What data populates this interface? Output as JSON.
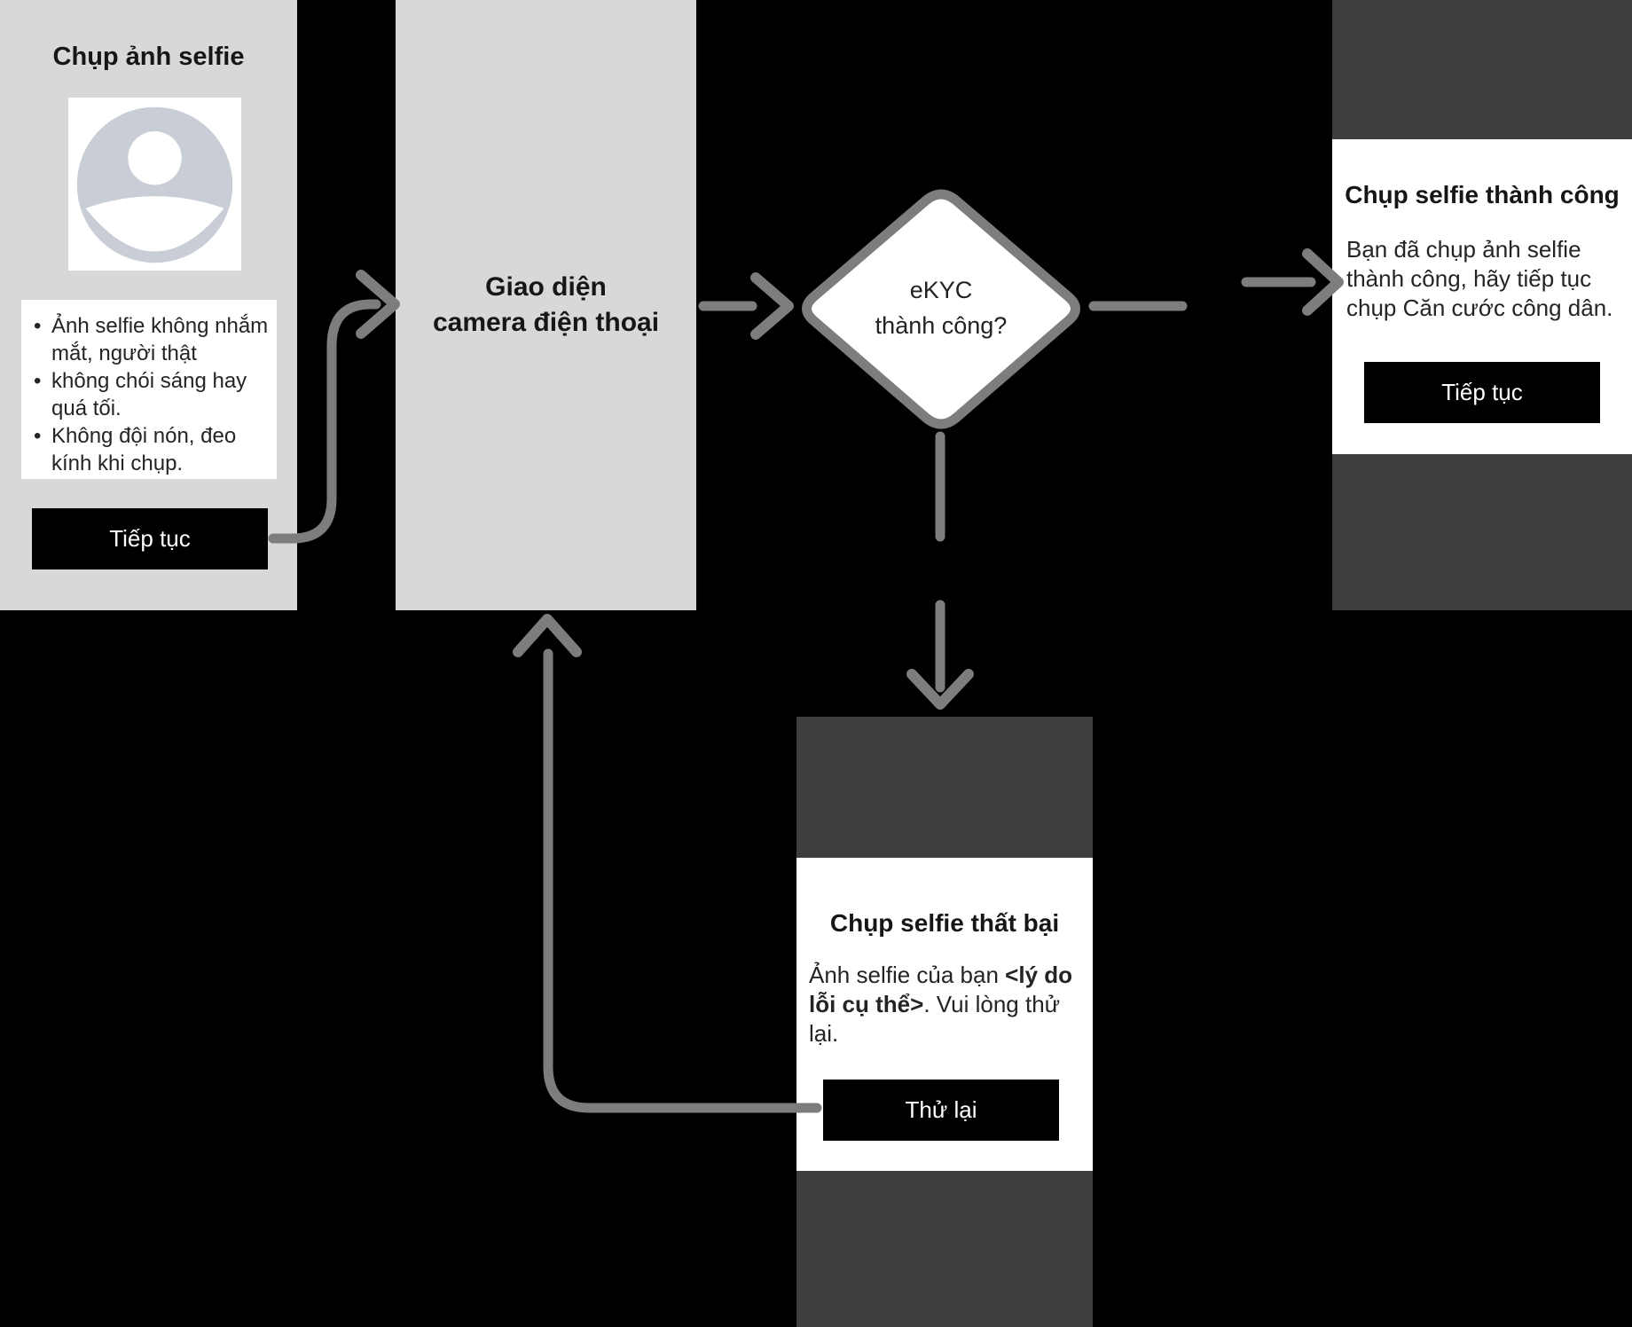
{
  "colors": {
    "page_bg": "#000000",
    "panel_light": "#d8d8d8",
    "panel_dark": "#3e3e3e",
    "card_bg": "#ffffff",
    "button_bg": "#000000",
    "button_text": "#ffffff",
    "connector_gray": "#7d7d7d",
    "avatar_icon": "#c9cdd6"
  },
  "left_panel": {
    "title": "Chụp ảnh selfie",
    "avatar_icon": "person-avatar-placeholder",
    "bullets": [
      "Ảnh selfie không nhắm mắt, người thật",
      "không chói sáng hay quá tối.",
      "Không đội nón, đeo kính khi chụp."
    ],
    "button": "Tiếp tục"
  },
  "camera_panel": {
    "title": "Giao diện\ncamera điện thoại"
  },
  "decision": {
    "label": "eKYC\nthành công?"
  },
  "success_panel": {
    "title": "Chụp selfie thành công",
    "body": "Bạn đã chụp ảnh selfie\nthành công, hãy tiếp tục\nchụp Căn cước công dân.",
    "button": "Tiếp tục"
  },
  "failure_panel": {
    "title": "Chụp selfie thất bại",
    "body_prefix": "Ảnh selfie của bạn ",
    "body_bold": "<lý do lỗi cụ thể>",
    "body_suffix": ". Vui lòng thử lại.",
    "button": "Thử lại"
  }
}
